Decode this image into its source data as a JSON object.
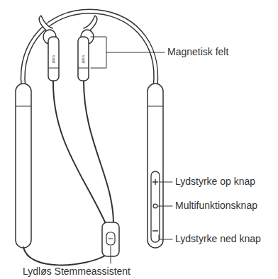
{
  "diagram": {
    "labels": [
      "jabra",
      "jabra",
      "Magnetisk felt",
      "Lydstyrke op knap",
      "Multifunktionsknap",
      "Lydstyrke ned knap",
      "Lydløs Stemmeassistent"
    ]
  }
}
